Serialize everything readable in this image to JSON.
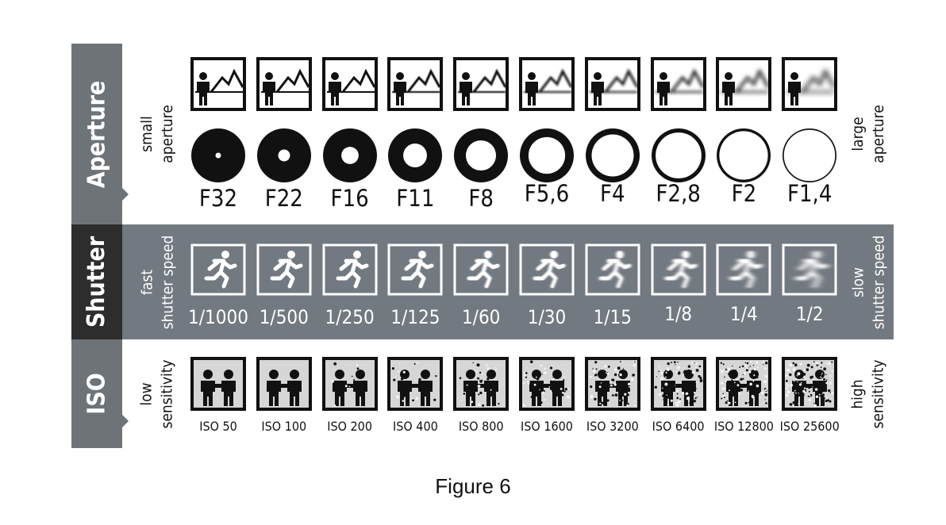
{
  "rows": {
    "aperture": {
      "title": "Aperture",
      "left_label": [
        "small",
        "aperture"
      ],
      "right_label": [
        "large",
        "aperture"
      ],
      "items": [
        {
          "label": "F32",
          "hole": 0.1,
          "blur": 0
        },
        {
          "label": "F22",
          "hole": 0.22,
          "blur": 0
        },
        {
          "label": "F16",
          "hole": 0.32,
          "blur": 0
        },
        {
          "label": "F11",
          "hole": 0.44,
          "blur": 0.4
        },
        {
          "label": "F8",
          "hole": 0.56,
          "blur": 0.8
        },
        {
          "label": "F5,6",
          "hole": 0.68,
          "blur": 1.2
        },
        {
          "label": "F4",
          "hole": 0.78,
          "blur": 1.6
        },
        {
          "label": "F2,8",
          "hole": 0.85,
          "blur": 2.0
        },
        {
          "label": "F2",
          "hole": 0.9,
          "blur": 2.6
        },
        {
          "label": "F1,4",
          "hole": 0.95,
          "blur": 3.4
        }
      ]
    },
    "shutter": {
      "title": "Shutter",
      "left_label": [
        "fast",
        "shutter speed"
      ],
      "right_label": [
        "slow",
        "shutter speed"
      ],
      "items": [
        {
          "label": "1/1000",
          "blur": 0
        },
        {
          "label": "1/500",
          "blur": 0
        },
        {
          "label": "1/250",
          "blur": 0.3
        },
        {
          "label": "1/125",
          "blur": 0.6
        },
        {
          "label": "1/60",
          "blur": 1.0
        },
        {
          "label": "1/30",
          "blur": 1.4
        },
        {
          "label": "1/15",
          "blur": 1.8
        },
        {
          "label": "1/8",
          "blur": 2.4
        },
        {
          "label": "1/4",
          "blur": 3.2
        },
        {
          "label": "1/2",
          "blur": 4.5
        }
      ]
    },
    "iso": {
      "title": "ISO",
      "left_label": [
        "low",
        "sensitivity"
      ],
      "right_label": [
        "high",
        "sensitivity"
      ],
      "items": [
        {
          "label": "ISO 50",
          "noise": 0
        },
        {
          "label": "ISO 100",
          "noise": 0
        },
        {
          "label": "ISO 200",
          "noise": 10
        },
        {
          "label": "ISO 400",
          "noise": 22
        },
        {
          "label": "ISO 800",
          "noise": 34
        },
        {
          "label": "ISO 1600",
          "noise": 48
        },
        {
          "label": "ISO 3200",
          "noise": 62
        },
        {
          "label": "ISO 6400",
          "noise": 78
        },
        {
          "label": "ISO 12800",
          "noise": 92
        },
        {
          "label": "ISO 25600",
          "noise": 108
        }
      ]
    }
  },
  "caption": "Figure 6",
  "colors": {
    "side_gray": "#6e7378",
    "side_dark": "#2d2d2d",
    "band": "#737980"
  }
}
